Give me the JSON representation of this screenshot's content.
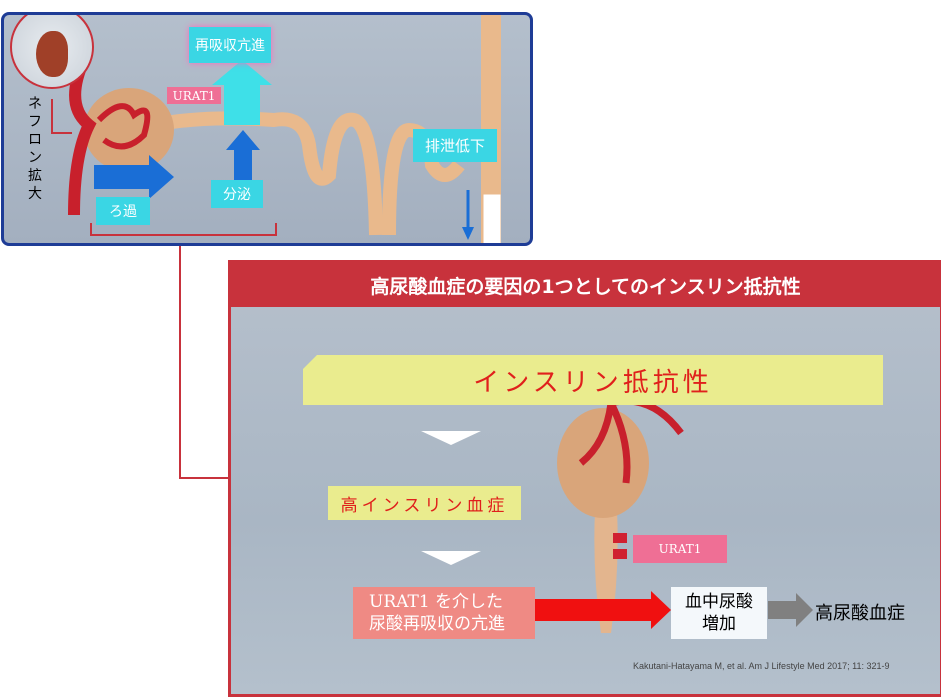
{
  "top": {
    "nephron_label": "ネフロン拡大",
    "reabsorption": "再吸収亢進",
    "urat1": "URAT1",
    "excretion": "排泄低下",
    "secretion": "分泌",
    "filtration": "ろ過"
  },
  "bottom": {
    "title": "高尿酸血症の要因の1つとしてのインスリン抵抗性",
    "insulin_resistance": "インスリン抵抗性",
    "hyperinsulinemia": "高インスリン血症",
    "urat1": "URAT1",
    "urat1_line1": "URAT1 を介した",
    "urat1_line2": "尿酸再吸収の亢進",
    "blood_ua_line1": "血中尿酸",
    "blood_ua_line2": "増加",
    "hyperuricemia": "高尿酸血症",
    "citation": "Kakutani-Hatayama M, et al. Am J Lifestyle Med 2017; 11: 321-9"
  },
  "colors": {
    "blue_border": "#1e3c96",
    "red": "#c8323c",
    "cyan": "#3ad6e4",
    "pink": "#ef6f95",
    "yellow": "#eaec8e"
  }
}
